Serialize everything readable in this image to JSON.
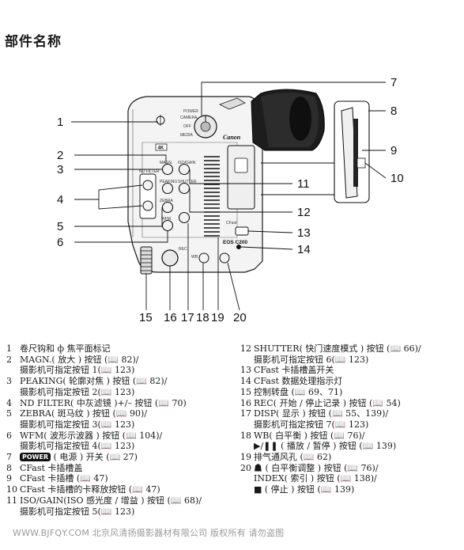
{
  "title": "部件名称",
  "camera_labels": {
    "brand": "Canon",
    "model": "EOS C200",
    "badge_4k": "4K",
    "magn": "MAGN.",
    "peaking": "PEAKING",
    "zebra": "ZEBRA",
    "wfm": "WFM",
    "shutter": "SHUTTER",
    "iso_gain": "ISO/GAIN",
    "nd_filter": "ND FILTER",
    "power": "POWER",
    "camera": "CAMERA",
    "off": "OFF",
    "media": "MEDIA",
    "rec": "REC",
    "wb": "WB",
    "cfast": "CFast"
  },
  "callouts": [
    "1",
    "2",
    "3",
    "4",
    "5",
    "6",
    "7",
    "8",
    "9",
    "10",
    "11",
    "12",
    "13",
    "14",
    "15",
    "16",
    "17",
    "18",
    "19",
    "20"
  ],
  "legend_left": [
    {
      "num": "1",
      "lines": [
        "卷尺钩和 ф 焦平面标记"
      ]
    },
    {
      "num": "2",
      "lines": [
        "MAGN.( 放大 ) 按钮 (📖 82)/",
        "摄影机可指定按钮 1(📖 123)"
      ]
    },
    {
      "num": "3",
      "lines": [
        "PEAKING( 轮廓对焦 ) 按钮 (📖 82)/",
        "摄影机可指定按钮 2(📖 123)"
      ]
    },
    {
      "num": "4",
      "lines": [
        "ND FILTER( 中灰滤镜 )+/– 按钮 (📖 70)"
      ]
    },
    {
      "num": "5",
      "lines": [
        "ZEBRA( 斑马纹 ) 按钮 (📖 90)/",
        "摄影机可指定按钮 3(📖 123)"
      ]
    },
    {
      "num": "6",
      "lines": [
        "WFM( 波形示波器 ) 按钮 (📖 104)/",
        "摄影机可指定按钮 4(📖 123)"
      ]
    },
    {
      "num": "7",
      "lines": [
        " ( 电源 ) 开关 (📖 27)"
      ],
      "badge": "POWER"
    },
    {
      "num": "8",
      "lines": [
        "CFast 卡插槽盖"
      ]
    },
    {
      "num": "9",
      "lines": [
        "CFast 卡插槽 (📖 47)"
      ]
    },
    {
      "num": "10",
      "lines": [
        "CFast 卡插槽的卡释放按钮 (📖 47)"
      ]
    },
    {
      "num": "11",
      "lines": [
        "ISO/GAIN(ISO 感光度 / 增益 ) 按钮 (📖 68)/",
        "摄影机可指定按钮 5(📖 123)"
      ]
    }
  ],
  "legend_right": [
    {
      "num": "12",
      "lines": [
        "SHUTTER( 快门速度模式 ) 按钮 (📖 66)/",
        "摄影机可指定按钮 6(📖 123)"
      ]
    },
    {
      "num": "13",
      "lines": [
        "CFast 卡插槽盖开关"
      ]
    },
    {
      "num": "14",
      "lines": [
        "CFast 数据处理指示灯"
      ]
    },
    {
      "num": "15",
      "lines": [
        "控制转盘 (📖 69、71)"
      ]
    },
    {
      "num": "16",
      "lines": [
        "REC( 开始 / 停止记录 ) 按钮 (📖 54)"
      ]
    },
    {
      "num": "17",
      "lines": [
        "DISP( 显示 ) 按钮 (📖 55、139)/",
        "摄影机可指定按钮 7(📖 123)"
      ]
    },
    {
      "num": "18",
      "lines": [
        "WB( 白平衡 ) 按钮 (📖 76)/",
        "▶/❚❚ ( 播放 / 暂停 ) 按钮 (📖 139)"
      ]
    },
    {
      "num": "19",
      "lines": [
        "排气通风孔 (📖 62)"
      ]
    },
    {
      "num": "20",
      "lines": [
        "☗ ( 白平衡调整 ) 按钮 (📖 76)/",
        "INDEX( 索引 ) 按钮 (📖 138)/",
        "■ ( 停止 ) 按钮 (📖 139)"
      ]
    }
  ],
  "footer": "WWW.BJFQY.COM 北京风清扬摄影器材有限公司 版权所有 请勿盗图"
}
